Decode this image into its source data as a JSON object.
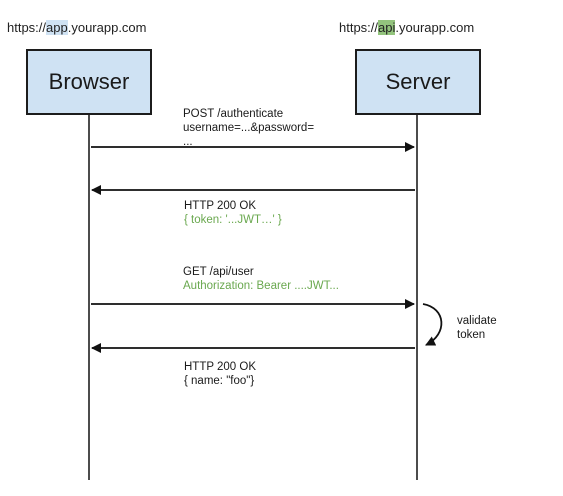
{
  "left_url": {
    "prefix": "https://",
    "highlight": "app",
    "suffix": ".yourapp.com"
  },
  "right_url": {
    "prefix": "https://",
    "highlight": "api",
    "suffix": ".yourapp.com"
  },
  "actors": {
    "browser": "Browser",
    "server": "Server"
  },
  "messages": {
    "m1": {
      "line1": "POST /authenticate",
      "line2": "username=...&password=",
      "line3": "..."
    },
    "m2": {
      "line1": "HTTP 200 OK",
      "line2": "{ token: '...JWT…' }"
    },
    "m3": {
      "line1": "GET /api/user",
      "line2": "Authorization: Bearer ....JWT..."
    },
    "self": {
      "line1": "validate",
      "line2": "token"
    },
    "m4": {
      "line1": "HTTP 200 OK",
      "line2": "{ name: \"foo\"}"
    }
  },
  "colors": {
    "actor_fill": "#cfe2f3",
    "app_highlight": "#cfe2f3",
    "api_highlight": "#93c47d",
    "green_text": "#6aa84f"
  }
}
